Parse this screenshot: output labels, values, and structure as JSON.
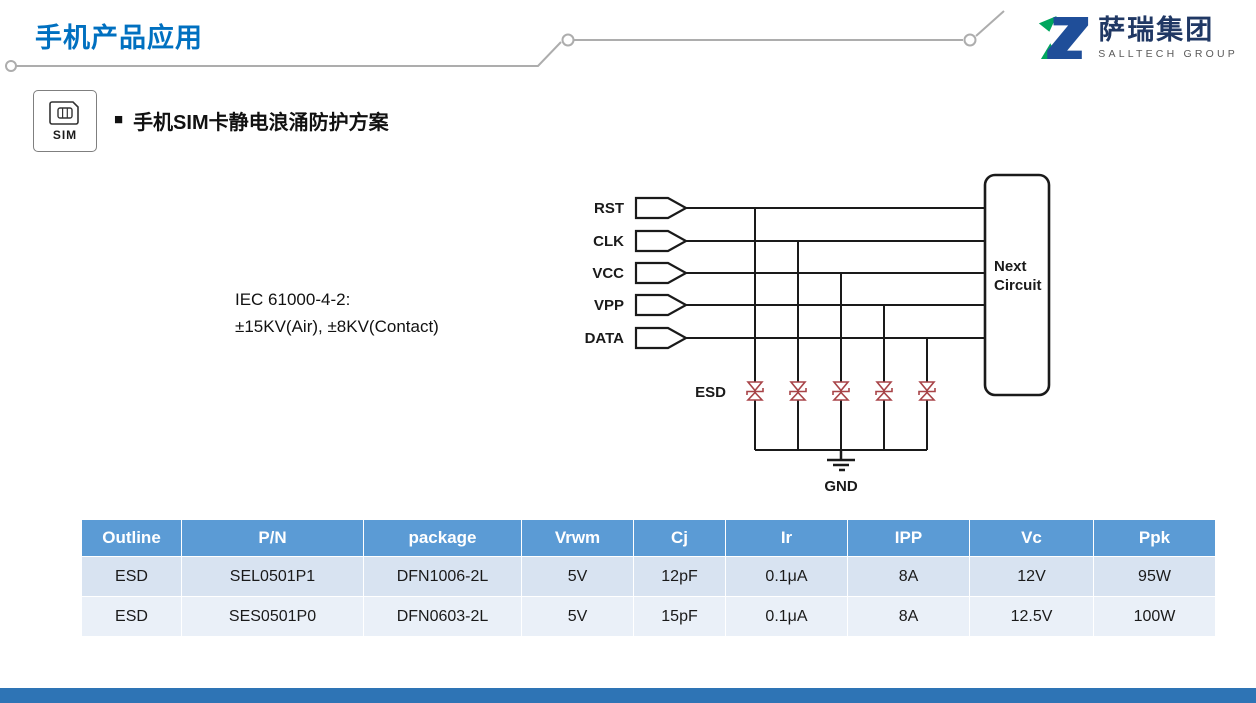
{
  "header": {
    "title": "手机产品应用",
    "logo": {
      "name": "萨瑞集团",
      "subtitle": "SALLTECH GROUP"
    }
  },
  "section": {
    "bullet": "■",
    "icon_label": "SIM",
    "title": "手机SIM卡静电浪涌防护方案"
  },
  "diagram": {
    "standard_line1": "IEC 61000-4-2:",
    "standard_line2": "±15KV(Air), ±8KV(Contact)",
    "signals": [
      "RST",
      "CLK",
      "VCC",
      "VPP",
      "DATA"
    ],
    "esd_label": "ESD",
    "gnd_label": "GND",
    "next_circuit_line1": "Next",
    "next_circuit_line2": "Circuit"
  },
  "table": {
    "headers": [
      "Outline",
      "P/N",
      "package",
      "Vrwm",
      "Cj",
      "Ir",
      "IPP",
      "Vc",
      "Ppk"
    ],
    "rows": [
      [
        "ESD",
        "SEL0501P1",
        "DFN1006-2L",
        "5V",
        "12pF",
        "0.1μA",
        "8A",
        "12V",
        "95W"
      ],
      [
        "ESD",
        "SES0501P0",
        "DFN0603-2L",
        "5V",
        "15pF",
        "0.1μA",
        "8A",
        "12.5V",
        "100W"
      ]
    ]
  },
  "colors": {
    "title_blue": "#0070C0",
    "table_header_bg": "#5B9BD5",
    "table_row1_bg": "#D8E3F1",
    "table_row2_bg": "#EAF0F8",
    "footer_bar": "#2E74B5",
    "diode_red": "#A84448",
    "logo_green": "#00A65E",
    "logo_blue": "#1F4E99"
  }
}
